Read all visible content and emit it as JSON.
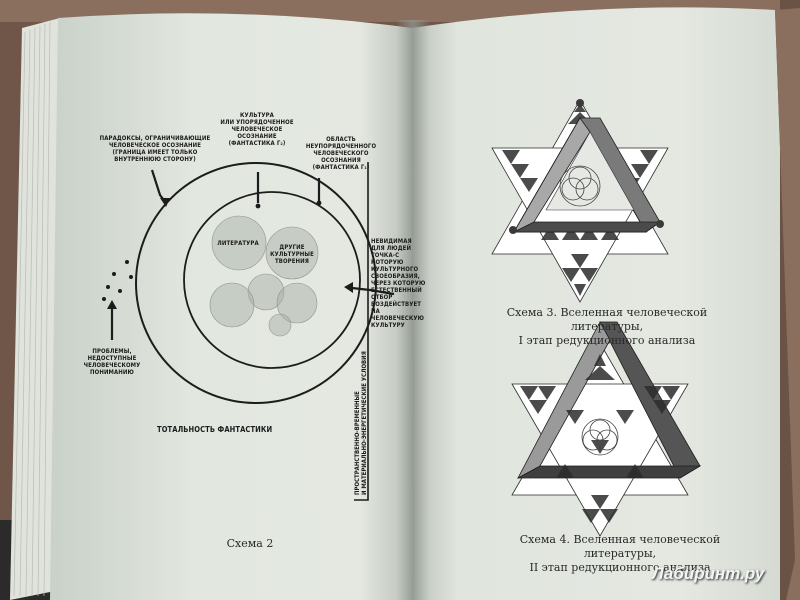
{
  "left_page": {
    "labels": {
      "paradoxes": "ПАРАДОКСЫ, ОГРАНИЧИВАЮЩИЕ\nЧЕЛОВЕЧЕСКОЕ ОСОЗНАНИЕ\n(ГРАНИЦА ИМЕЕТ ТОЛЬКО\nВНУТРЕННЮЮ СТОРОНУ)",
      "culture": "КУЛЬТУРА\nИЛИ УПОРЯДОЧЕННОЕ\nЧЕЛОВЕЧЕСКОЕ\nОСОЗНАНИЕ\n(ФАНТАСТИКА Г₂)",
      "unordered": "ОБЛАСТЬ\nНЕУПОРЯДОЧЕННОГО\nЧЕЛОВЕЧЕСКОГО\nОСОЗНАНИЯ\n(ФАНТАСТИКА Г₁)",
      "literature": "ЛИТЕРАТУРА",
      "other_works": "ДРУГИЕ\nКУЛЬТУРНЫЕ\nТВОРЕНИЯ",
      "invisible": "НЕВИДИМАЯ\nДЛЯ ЛЮДЕЙ\nТОЧКА-С КОТОРУЮ\nКУЛЬТУРНОГО\nСВОЕОБРАЗИЯ,\nЧЕРЕЗ КОТОРУЮ\nЕСТЕСТВЕННЫЙ\nОТБОР\nВОЗДЕЙСТВУЕТ\nНА ЧЕЛОВЕЧЕСКУЮ\nКУЛЬТУРУ",
      "problems": "ПРОБЛЕМЫ,\nНЕДОСТУПНЫЕ\nЧЕЛОВЕЧЕСКОМУ\nПОНИМАНИЮ",
      "spacetime": "ПРОСТРАНСТВЕННО-ВРЕМЕННЫЕ\nИ МАТЕРИАЛЬНО-ЭНЕРГЕТИЧЕСКИЕ УСЛОВИЯ",
      "totality": "ТОТАЛЬНОСТЬ ФАНТАСТИКИ"
    },
    "caption": "Схема 2"
  },
  "right_page": {
    "caption_3": "Схема 3. Вселенная человеческой литературы,\nI этап редукционного анализа",
    "caption_4": "Схема 4. Вселенная человеческой литературы,\nII этап редукционного анализа"
  },
  "watermark": "Лабиринт.ру"
}
